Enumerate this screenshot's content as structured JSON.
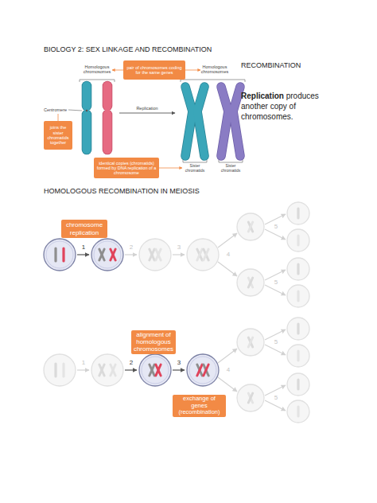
{
  "diagram": {
    "title": "BIOLOGY 2: SEX LINKAGE AND RECOMBINATION",
    "nodes": [
      {
        "text": [
          "pair of chromosomes coding for the same genes"
        ]
      },
      {
        "text": [
          "joins the sister chromatids together"
        ]
      },
      {
        "text": [
          "identical copies (chromatids) formed by DNA replication of a chromosome"
        ]
      },
      {
        "text": [
          "chromosome replication"
        ]
      },
      {
        "text": [
          "alignment of homologous chromosomes"
        ]
      },
      {
        "text": [
          "exchange of genes (recombination)"
        ]
      }
    ],
    "labels": [
      "Homologous chromosomes",
      "Homologous chromosomes",
      "Centromere",
      "Replication",
      "Sister chromatids",
      "Sister chromatids",
      "RECOMBINATION",
      "Replication",
      "produces another copy of chromosomes.",
      "HOMOLOGOUS RECOMBINATION IN MEIOSIS",
      "1",
      "2",
      "3",
      "4",
      "5",
      "5",
      "1",
      "2",
      "3",
      "4",
      "5",
      "5"
    ]
  }
}
